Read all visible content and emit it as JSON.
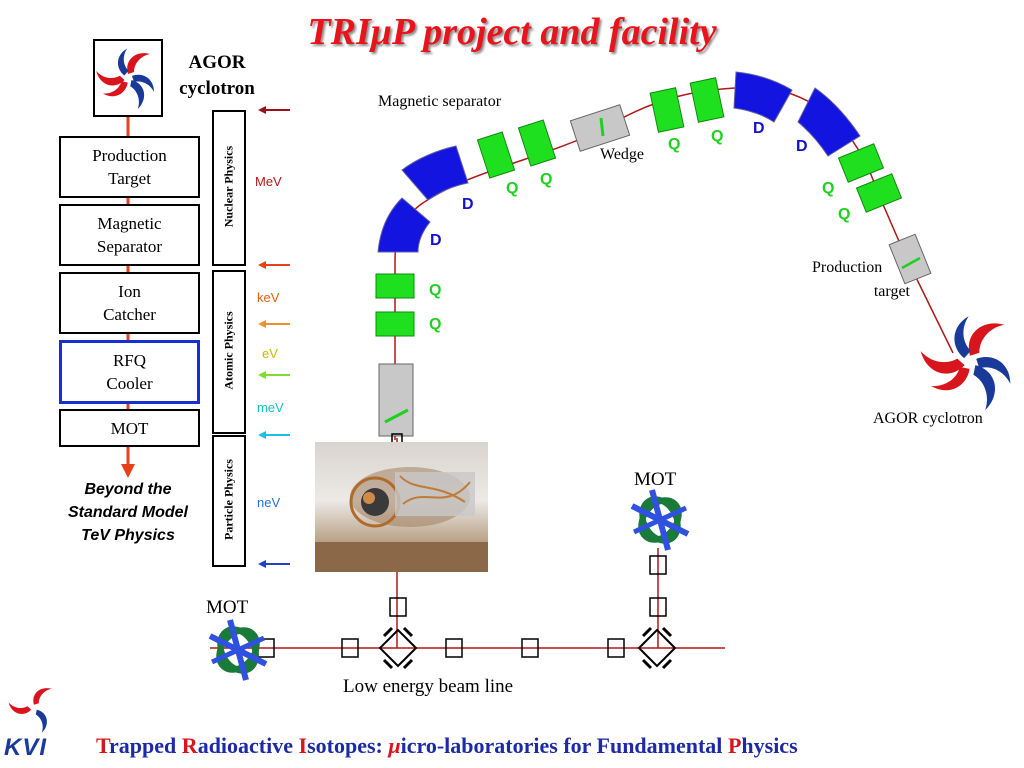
{
  "title": {
    "prefix": "TRI",
    "mu": "μ",
    "rest": "P project and facility"
  },
  "agor_top": {
    "line1": "AGOR",
    "line2": "cyclotron"
  },
  "chain": [
    {
      "line1": "Production",
      "line2": "Target"
    },
    {
      "line1": "Magnetic",
      "line2": "Separator"
    },
    {
      "line1": "Ion",
      "line2": "Catcher"
    },
    {
      "line1": "RFQ",
      "line2": "Cooler"
    },
    {
      "line1": "MOT",
      "line2": ""
    }
  ],
  "beyond": {
    "line1": "Beyond the",
    "line2": "Standard Model",
    "line3": "TeV Physics"
  },
  "physics": {
    "nuclear": "Nuclear Physics",
    "atomic": "Atomic Physics",
    "particle": "Particle Physics"
  },
  "energies": [
    {
      "label": "MeV",
      "color": "#b01818"
    },
    {
      "label": "keV",
      "color": "#e06010"
    },
    {
      "label": "eV",
      "color": "#c8b800"
    },
    {
      "label": "meV",
      "color": "#16c0c0"
    },
    {
      "label": "neV",
      "color": "#2a6fd6"
    }
  ],
  "arrow_colors": [
    "#9b1018",
    "#e8401a",
    "#f4902a",
    "#80dc30",
    "#18c0e8",
    "#2040c8"
  ],
  "beamline": {
    "magnetic_separator": "Magnetic separator",
    "wedge": "Wedge",
    "production_target_line1": "Production",
    "production_target_line2": "target",
    "agor_cyclotron": "AGOR cyclotron",
    "mot_right": "MOT",
    "mot_left": "MOT",
    "low_energy": "Low energy beam line",
    "q": "Q",
    "d": "D"
  },
  "footer": {
    "t1": "T",
    "t1r": "rapped ",
    "t2": "R",
    "t2r": "adioactive ",
    "t3": "I",
    "t3r": "sotopes: ",
    "mu": "μ",
    "t4r": "icro-laboratories for Fundamental ",
    "t5": "P",
    "t5r": "hysics"
  },
  "logo_text": "KVI",
  "colors": {
    "title": "#e8141c",
    "quad": "#1fd11f",
    "dipole": "#1010d0",
    "beam": "#b01818",
    "accent_blue": "#1a2ecf"
  }
}
